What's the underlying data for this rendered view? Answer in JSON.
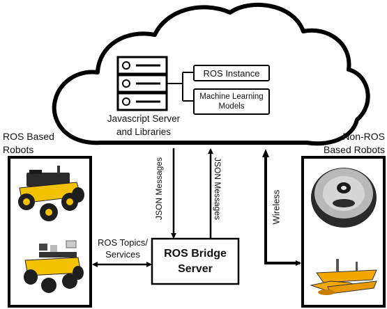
{
  "cloud": {
    "ros_instance": "ROS Instance",
    "ml_models_line1": "Machine Learning",
    "ml_models_line2": "Models",
    "js_server_line1": "Javascript Server",
    "js_server_line2": "and Libraries"
  },
  "left_group": {
    "title_line1": "ROS Based",
    "title_line2": "Robots"
  },
  "right_group": {
    "title_line1": "Non-ROS",
    "title_line2": "Based Robots"
  },
  "bridge": {
    "line1": "ROS Bridge",
    "line2": "Server"
  },
  "links": {
    "json_down": "JSON Messages",
    "json_up": "JSON Messages",
    "wireless": "Wireless",
    "ros_topics_line1": "ROS Topics/",
    "ros_topics_line2": "Services"
  },
  "icons": [
    "server-rack-icon",
    "atv-robot-image",
    "ugv-robot-image",
    "roomba-robot-image",
    "boat-robot-image"
  ],
  "colors": {
    "robot_yellow": "#f2c200",
    "stroke": "#000000",
    "cloud_fill": "#ffffff"
  }
}
